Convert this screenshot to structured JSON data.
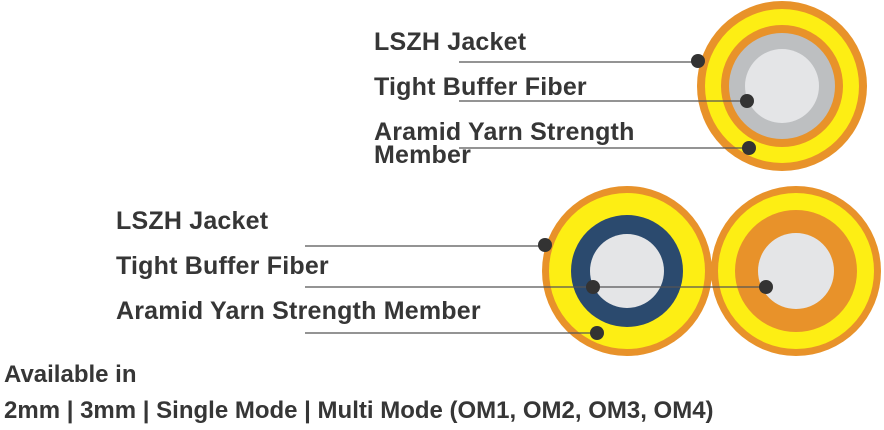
{
  "top_cable": {
    "labels": [
      "LSZH Jacket",
      "Tight Buffer Fiber",
      "Aramid Yarn Strength",
      "Member"
    ]
  },
  "bottom_cable": {
    "labels": [
      "LSZH Jacket",
      "Tight Buffer Fiber",
      "Aramid Yarn Strength Member"
    ]
  },
  "availability": {
    "heading": "Available in",
    "options": "2mm | 3mm | Single Mode | Multi Mode (OM1, OM2, OM3, OM4)"
  },
  "colors": {
    "jacket_orange": "#e8922a",
    "yarn_yellow": "#fdee14",
    "buffer_gray": "#bdbfc1",
    "fiber_light": "#e4e5e7",
    "buffer_navy": "#2b4a6e",
    "leader_dot": "#333333"
  }
}
